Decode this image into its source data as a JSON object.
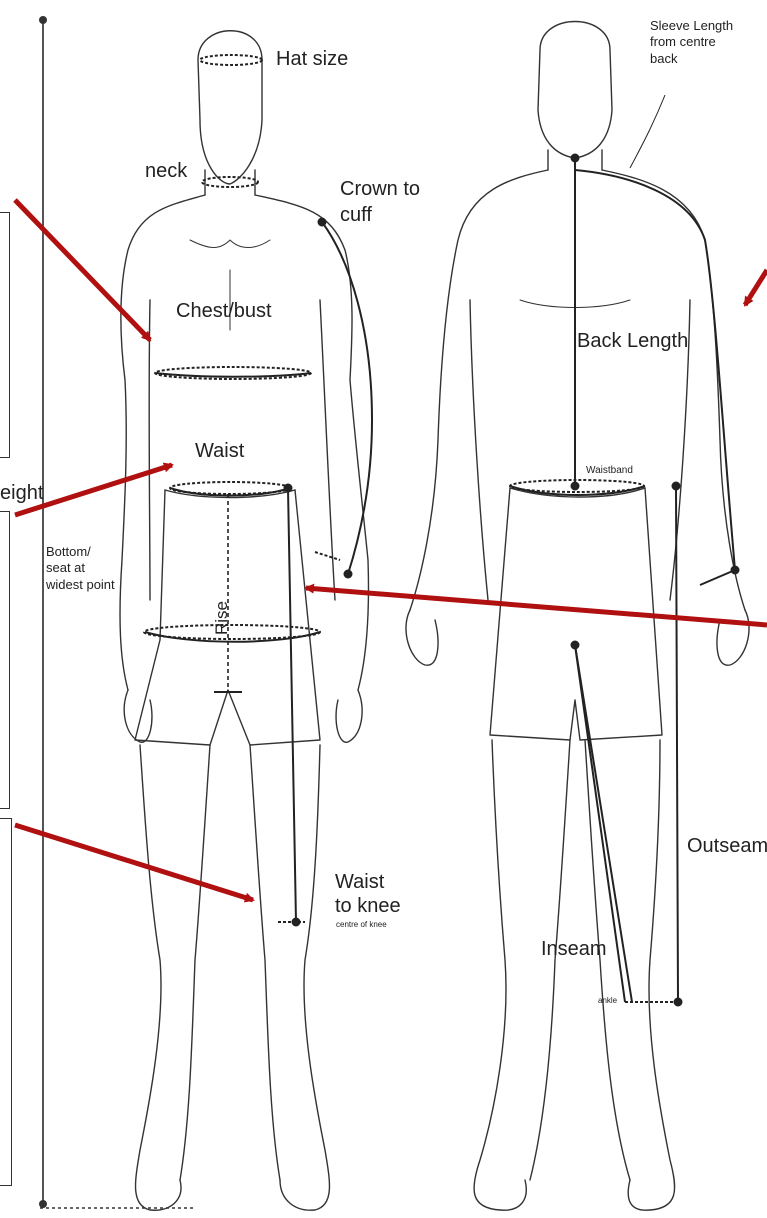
{
  "labels": {
    "hat_size": "Hat size",
    "neck": "neck",
    "crown_to_cuff": "Crown to\ncuff",
    "chest_bust": "Chest/bust",
    "waist": "Waist",
    "bottom_seat": "Bottom/\nseat at\nwidest point",
    "rise": "Rise",
    "waist_to_knee": "Waist\nto knee",
    "centre_of_knee": "centre of knee",
    "sleeve_length": "Sleeve Length\nfrom centre\nback",
    "back_length": "Back Length",
    "waistband": "Waistband",
    "outseam": "Outseam",
    "inseam": "Inseam",
    "ankle": "ankle",
    "height_fragment": "eight"
  },
  "colors": {
    "arrow": "#b01010",
    "outline": "#333333",
    "background": "#ffffff"
  }
}
